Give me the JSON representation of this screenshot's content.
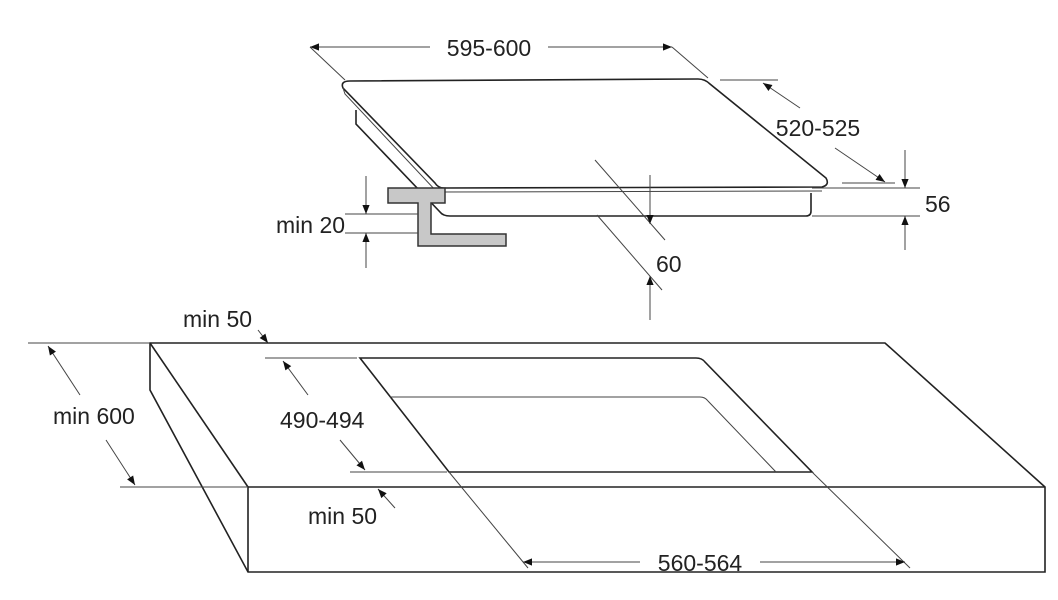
{
  "colors": {
    "line": "#222222",
    "bracket_fill": "#c8c8c8"
  },
  "hob": {
    "width": "595-600",
    "depth": "520-525",
    "height": "56",
    "clearance": "60",
    "worktop_thickness": "min 20"
  },
  "cutout": {
    "front_margin": "min 50",
    "back_margin": "min 50",
    "worktop_depth": "min 600",
    "cutout_depth": "490-494",
    "cutout_width": "560-564"
  }
}
